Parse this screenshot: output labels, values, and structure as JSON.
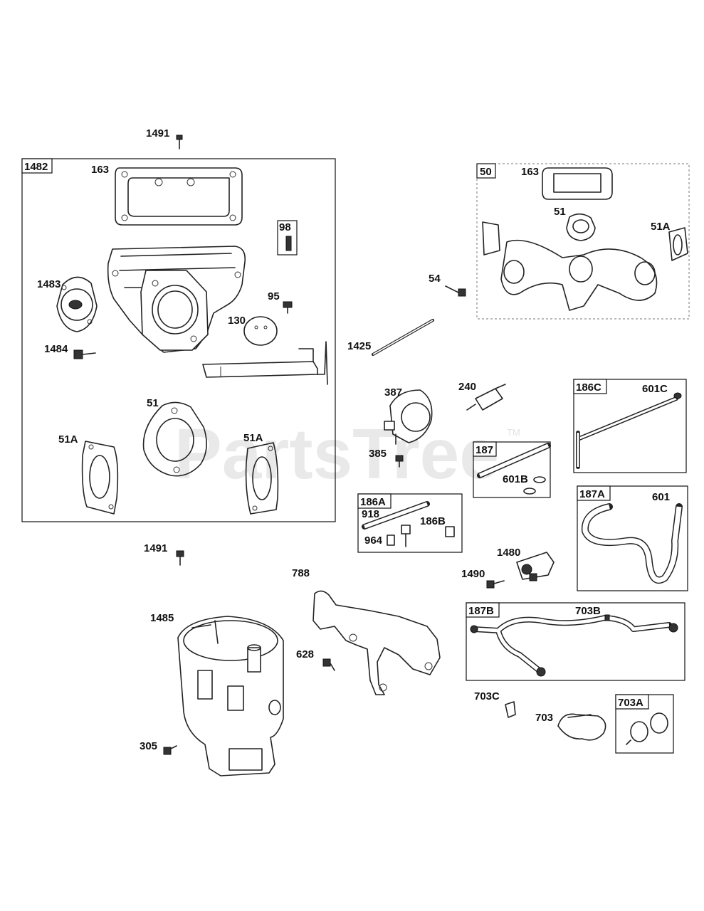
{
  "watermark": {
    "text": "PartsTree",
    "trademark": "TM"
  },
  "groups": {
    "g1482": "1482",
    "g50": "50",
    "g98": "98",
    "g186C": "186C",
    "g187": "187",
    "g186A": "186A",
    "g187A": "187A",
    "g187B": "187B",
    "g703A": "703A"
  },
  "callouts": {
    "c1491_top": "1491",
    "c163_left": "163",
    "c1483": "1483",
    "c95": "95",
    "c130": "130",
    "c1484": "1484",
    "c51_left": "51",
    "c51A_left1": "51A",
    "c51A_left2": "51A",
    "c163_right": "163",
    "c51_right": "51",
    "c51A_right": "51A",
    "c54": "54",
    "c1425": "1425",
    "c387": "387",
    "c240": "240",
    "c385": "385",
    "c601C": "601C",
    "c601B": "601B",
    "c918": "918",
    "c186B": "186B",
    "c964": "964",
    "c601": "601",
    "c1491_mid": "1491",
    "c788": "788",
    "c1480": "1480",
    "c1490": "1490",
    "c703B": "703B",
    "c1485": "1485",
    "c628": "628",
    "c703C": "703C",
    "c703": "703",
    "c305": "305"
  }
}
